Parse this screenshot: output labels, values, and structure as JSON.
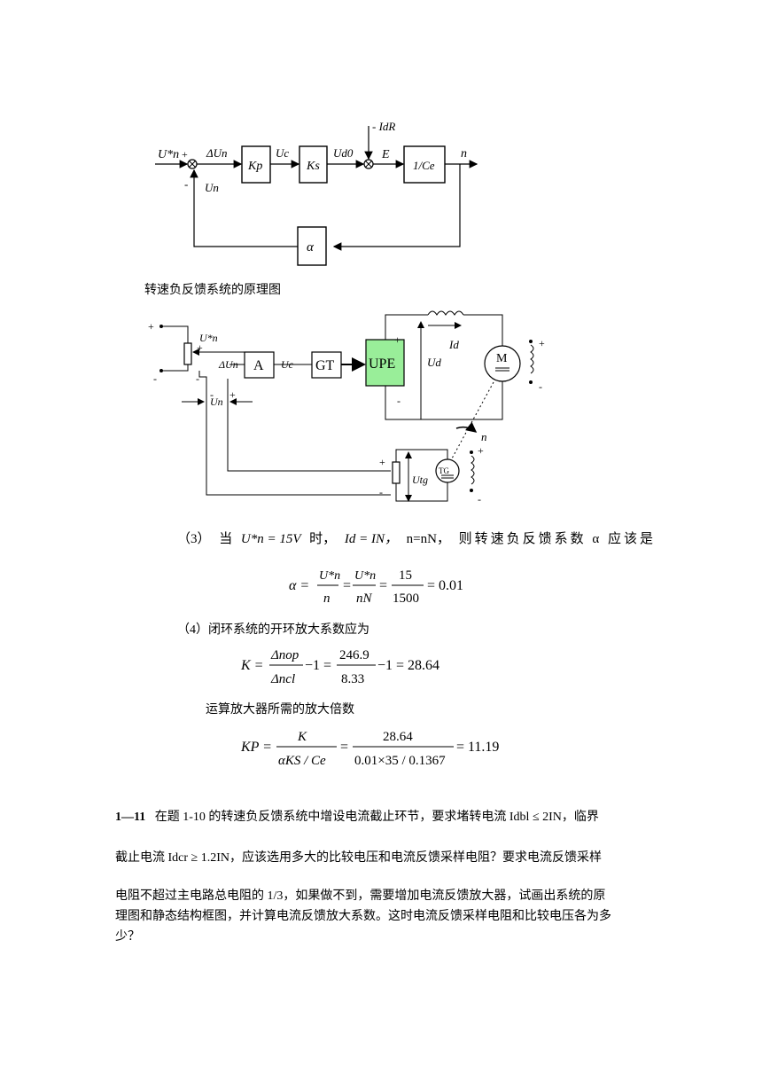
{
  "block_diagram": {
    "input": "U*n",
    "sum1_plus": "+",
    "sum1_minus": "-",
    "error": "ΔUn",
    "feedback_signal": "Un",
    "block_kp": "Kp",
    "uc": "Uc",
    "block_ks": "Ks",
    "ud0": "Ud0",
    "disturbance": "- IdR",
    "e": "E",
    "block_ce": "1/Ce",
    "output": "n",
    "block_alpha": "α"
  },
  "caption1": "转速负反馈系统的原理图",
  "schematic": {
    "pot_label": "U*n",
    "plus_top": "+",
    "minus_left": "-",
    "minus_mid": "-",
    "plus_pot": "+",
    "delta_un": "ΔUn",
    "block_a": "A",
    "uc": "Uc",
    "block_gt": "GT",
    "block_upe": "UPE",
    "upe_plus": "+",
    "upe_minus": "-",
    "ud": "Ud",
    "id": "Id",
    "motor": "M",
    "field_plus": "+",
    "field_minus": "-",
    "un": "Un",
    "un_minus": "-",
    "un_plus": "+",
    "n": "n",
    "tg": "TG",
    "tg_field_plus": "+",
    "tg_field_minus": "-",
    "utg": "Utg",
    "tg_plus": "+",
    "tg_minus": "-",
    "upe_fill": "#99ee99"
  },
  "item3": {
    "prefix": "（3）",
    "when": "当",
    "cond1": "U*n = 15V",
    "shi": "时，",
    "cond2": "Id = IN，",
    "cond3": "n=nN，",
    "tail": "则转速负反馈系数 α 应该是"
  },
  "eq_alpha": {
    "lhs": "α =",
    "f1_num": "U*n",
    "f1_den": "n",
    "f2_num": "U*n",
    "f2_den": "nN",
    "f3_num": "15",
    "f3_den": "1500",
    "result": "= 0.01"
  },
  "item4": "（4）闭环系统的开环放大系数应为",
  "eq_k": {
    "lhs": "K =",
    "f1_num": "Δnop",
    "f1_den": "Δncl",
    "mid": "−1 =",
    "f2_num": "246.9",
    "f2_den": "8.33",
    "result": "−1 = 28.64"
  },
  "amp_text": "运算放大器所需的放大倍数",
  "eq_kp": {
    "lhs": "KP =",
    "f1_num": "K",
    "f1_den": "αKS / Ce",
    "f2_num": "28.64",
    "f2_den": "0.01×35 / 0.1367",
    "result": "= 11.19"
  },
  "problem": {
    "number": "1—11",
    "line1": "在题 1-10 的转速负反馈系统中增设电流截止环节，要求堵转电流 Idbl ≤ 2IN，临界",
    "line2": "截止电流 Idcr ≥ 1.2IN，应该选用多大的比较电压和电流反馈采样电阻？要求电流反馈采样",
    "line3": "电阻不超过主电路总电阻的 1/3，如果做不到，需要增加电流反馈放大器，试画出系统的原",
    "line4": "理图和静态结构框图，并计算电流反馈放大系数。这时电流反馈采样电阻和比较电压各为多",
    "line5": "少？"
  }
}
